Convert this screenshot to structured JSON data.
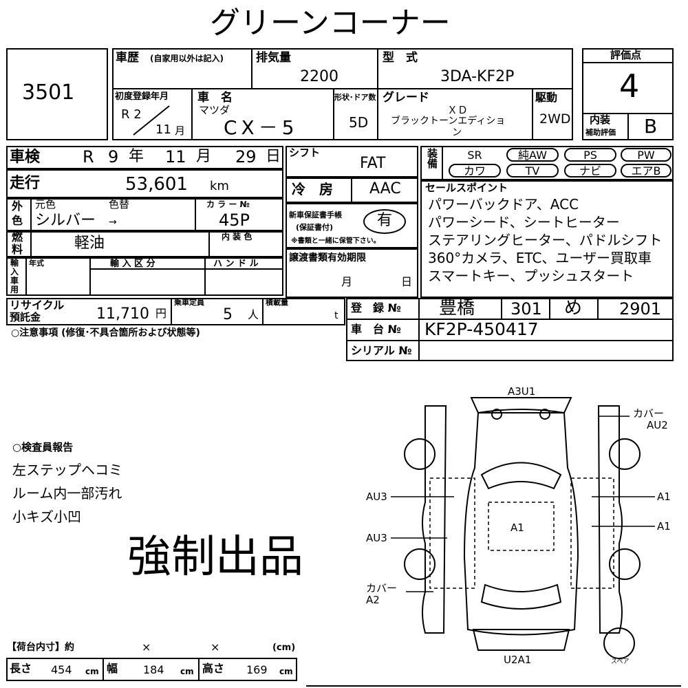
{
  "title": "グリーンコーナー",
  "lot_no": "3501",
  "header": {
    "history_label": "車歴",
    "history_note": "(自家用以外は記入)",
    "displacement_label": "排気量",
    "displacement": "2200",
    "model_label": "型　式",
    "model": "3DA-KF2P",
    "first_reg_label": "初度登録年月",
    "first_reg_year": "R 2",
    "first_reg_month": "11",
    "month_unit": "月",
    "car_name_label": "車　名",
    "maker": "マツダ",
    "car_name": "CX－5",
    "doors_label": "形状･ドア数",
    "doors": "5D",
    "grade_label": "グレード",
    "grade_line1": "ＸＤ",
    "grade_line2": "ブラックトーンエディショ",
    "grade_line3": "ン",
    "drive_label": "駆動",
    "drive": "2WD",
    "score_label": "評価点",
    "score": "4",
    "interior_label": "内装",
    "interior_sublabel": "補助評価",
    "interior": "B"
  },
  "inspection": {
    "label": "車検",
    "era": "R",
    "year": "9",
    "year_unit": "年",
    "month": "11",
    "month_unit": "月",
    "day": "29",
    "day_unit": "日"
  },
  "shift": {
    "label": "シフト",
    "value": "FAT"
  },
  "equipment": {
    "label": "装備",
    "row1": [
      "SR",
      "純AW",
      "PS",
      "PW"
    ],
    "row2": [
      "カワ",
      "TV",
      "ナビ",
      "エアB"
    ]
  },
  "mileage": {
    "label": "走行",
    "value": "53,601",
    "unit": "km"
  },
  "aircon": {
    "label": "冷　房",
    "value": "AAC"
  },
  "color": {
    "label1": "外",
    "label2": "色",
    "original_label": "元色",
    "change_label": "色替",
    "original": "シルバー",
    "arrow": "→",
    "code_label": "カ ラ ー №",
    "code": "45P",
    "interior_color_label": "内 装 色"
  },
  "warranty": {
    "label1": "新車保証書手帳",
    "label2": "(保証書付)",
    "value": "有",
    "note": "※書類と一緒に保管下さい。"
  },
  "fuel": {
    "label1": "燃",
    "label2": "料",
    "value": "軽油"
  },
  "import": {
    "label1": "輸",
    "label2": "入",
    "label3": "車",
    "label4": "用",
    "year_label": "年式",
    "type_label": "輸 入 区 分",
    "handle_label": "ハ ン ド ル"
  },
  "transfer": {
    "label": "譲渡書類有効期限",
    "month_unit": "月",
    "day_unit": "日"
  },
  "sales": {
    "label": "セールスポイント",
    "lines": [
      "パワーバックドア、ACC",
      "パワーシード、シートヒーター",
      "ステアリングヒーター、パドルシフト",
      "360°カメラ、ETC、ユーザー買取車",
      "スマートキー、プッシュスタート"
    ]
  },
  "recycle": {
    "label1": "リサイクル",
    "label2": "預託金",
    "value": "11,710",
    "unit": "円"
  },
  "capacity": {
    "label": "乗車定員",
    "value": "5",
    "unit": "人"
  },
  "load": {
    "label": "積載量",
    "unit": "t"
  },
  "registration": {
    "reg_label": "登　録 №",
    "office": "豊橋",
    "class": "301",
    "kana": "め",
    "number": "2901",
    "chassis_label": "車　台 №",
    "chassis": "KF2P-450417",
    "serial_label": "シリアル №"
  },
  "notes_label": "○注意事項 (修復･不具合箇所および状態等)",
  "inspector": {
    "label": "○検査員報告",
    "lines": [
      "左ステップヘコミ",
      "ルーム内一部汚れ",
      "小キズ小凹"
    ]
  },
  "forced": "強制出品",
  "diagram": {
    "top": "A3U1",
    "cover_right1": "カバー",
    "cover_right2": "AU2",
    "left_upper": "AU3",
    "right_upper": "A1",
    "center": "A1",
    "left_lower": "AU3",
    "right_lower": "A1",
    "cover_left1": "カバー",
    "cover_left2": "A2",
    "bottom": "U2A1",
    "spare": "スペア"
  },
  "cargo": {
    "label": "【荷台内寸】約",
    "x1": "×",
    "x2": "×",
    "unit": "(cm)",
    "length_label": "長さ",
    "length": "454",
    "width_label": "幅",
    "width": "184",
    "height_label": "高さ",
    "height": "169",
    "cm": "cm"
  }
}
